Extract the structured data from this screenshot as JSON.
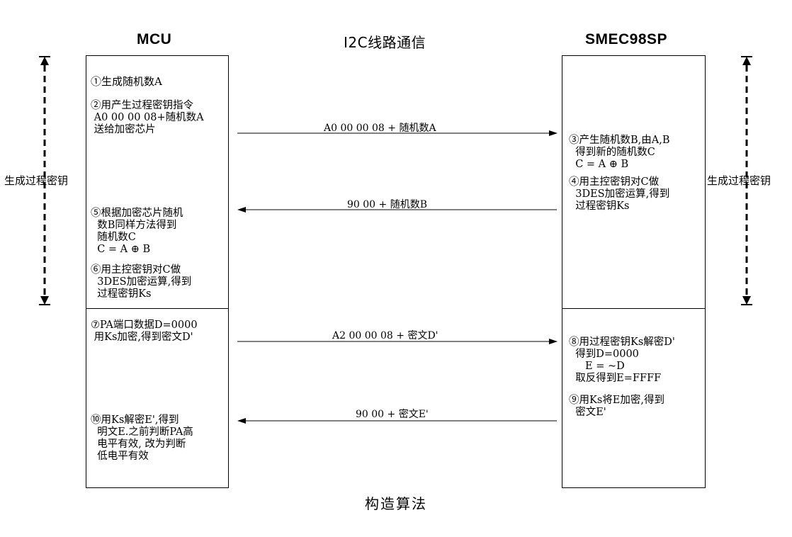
{
  "headers": {
    "left": "MCU",
    "middle": "I2C线路通信",
    "right": "SMEC98SP"
  },
  "side_labels": {
    "left": "生成过程密钥",
    "right": "生成过程密钥"
  },
  "mcu_steps": {
    "step1": "①生成随机数A",
    "step2": "②用产生过程密钥指令\n A0 00 00 08+随机数A\n 送给加密芯片",
    "step5": "⑤根据加密芯片随机\n  数B同样方法得到\n  随机数C\n  C = A ⊕ B",
    "step6": "⑥用主控密钥对C做\n  3DES加密运算,得到\n  过程密钥Ks",
    "step7": "⑦PA端口数据D=0000\n 用Ks加密,得到密文D'",
    "step10": "⑩用Ks解密E',得到\n  明文E.之前判断PA高\n  电平有效, 改为判断\n  低电平有效"
  },
  "smec_steps": {
    "step3": "③产生随机数B,由A,B\n  得到新的随机数C\n  C = A ⊕ B",
    "step4": "④用主控密钥对C做\n  3DES加密运算,得到\n  过程密钥Ks",
    "step8": "⑧用过程密钥Ks解密D'\n  得到D=0000\n     E = ~D\n  取反得到E=FFFF",
    "step9": "⑨用Ks将E加密,得到\n  密文E'"
  },
  "messages": {
    "m1": "A0 00 00 08 + 随机数A",
    "m2": "90 00 + 随机数B",
    "m3": "A2 00 00 08 + 密文D'",
    "m4": "90 00 + 密文E'"
  },
  "caption": "构造算法"
}
